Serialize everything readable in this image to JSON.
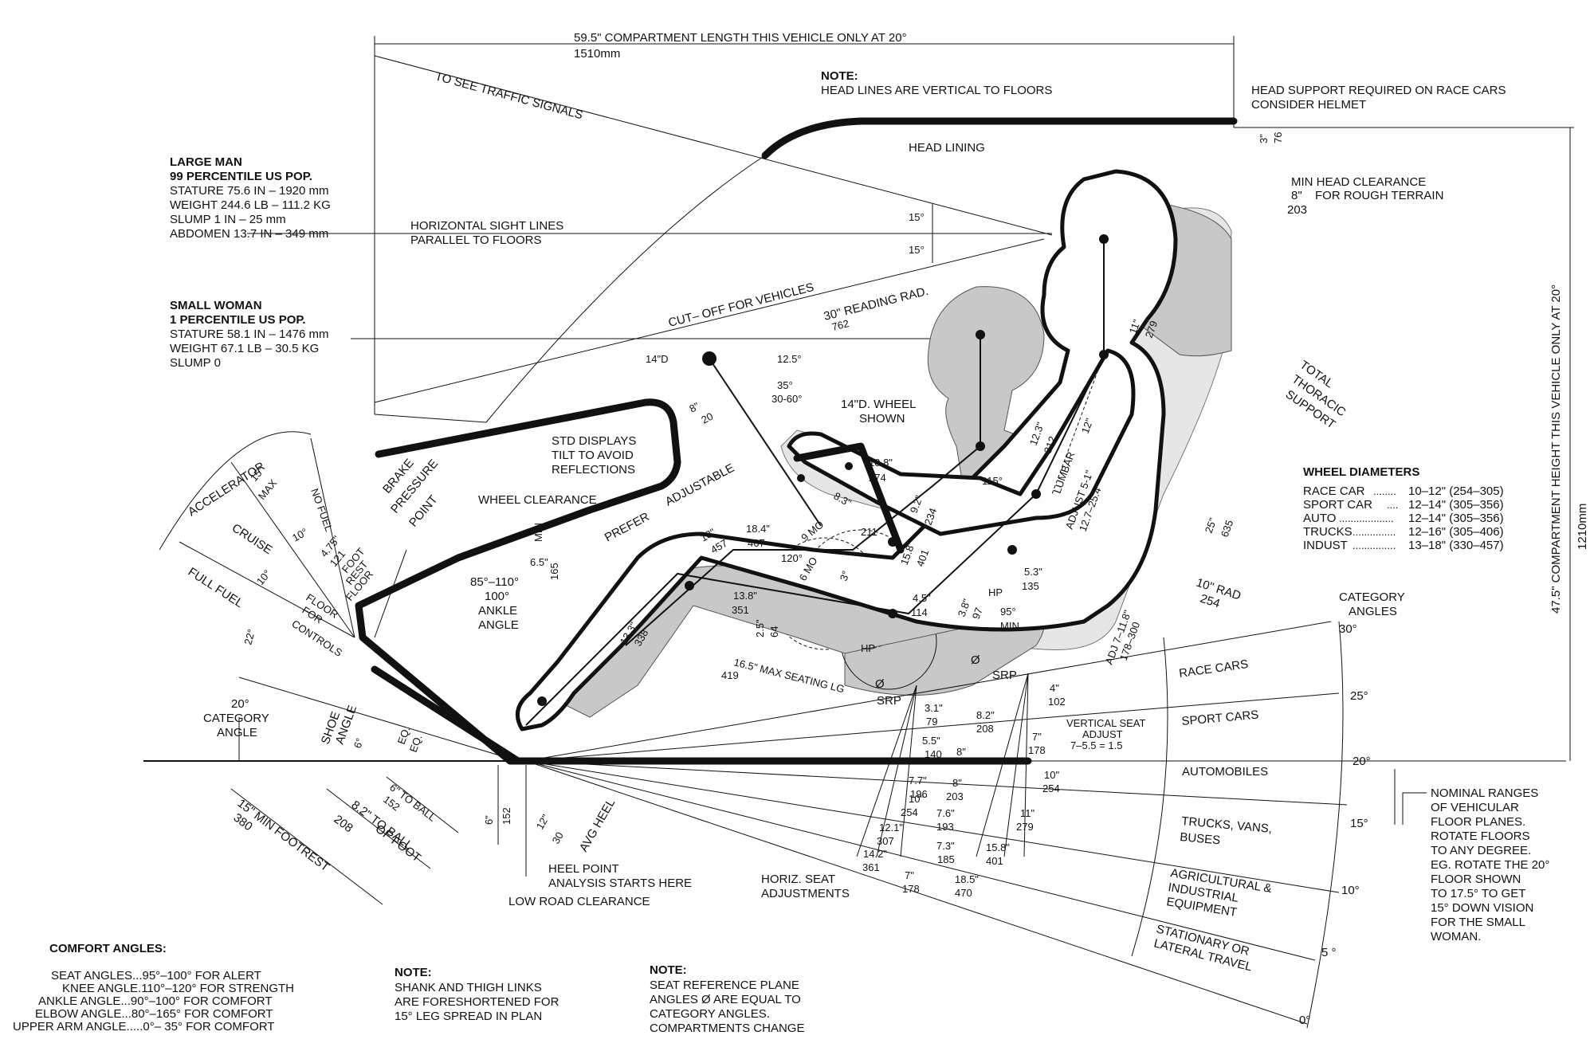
{
  "top": {
    "compartment_length": "59.5\" COMPARTMENT LENGTH THIS VEHICLE ONLY AT 20°",
    "compartment_length_mm": "1510mm",
    "traffic_signals": "TO SEE TRAFFIC SIGNALS",
    "note_title": "NOTE:",
    "note_head_lines": "HEAD LINES ARE VERTICAL TO FLOORS",
    "head_support_1": "HEAD SUPPORT REQUIRED ON RACE CARS",
    "head_support_2": "CONSIDER HELMET",
    "head_lining": "HEAD LINING",
    "head_3in": "3\"",
    "head_76": "76",
    "min_head_1": "MIN HEAD CLEARANCE",
    "min_head_8": "8\"",
    "min_head_2": "FOR ROUGH TERRAIN",
    "min_head_203": "203"
  },
  "large_man": {
    "title1": "LARGE MAN",
    "title2": "99 PERCENTILE US POP.",
    "l1": "STATURE 75.6 IN – 1920 mm",
    "l2": "WEIGHT 244.6 LB – 111.2 KG",
    "l3": "SLUMP 1 IN – 25 mm",
    "l4": "ABDOMEN 13.7 IN – 349 mm"
  },
  "small_woman": {
    "title1": "SMALL  WOMAN",
    "title2": "1 PERCENTILE US POP.",
    "l1": "STATURE 58.1 IN – 1476 mm",
    "l2": "WEIGHT 67.1 LB – 30.5 KG",
    "l3": "SLUMP 0"
  },
  "sight": {
    "horiz1": "HORIZONTAL SIGHT LINES",
    "horiz2": "PARALLEL TO FLOORS",
    "a15a": "15°",
    "a15b": "15°",
    "cutoff": "CUT– OFF FOR VEHICLES",
    "reading": "30\" READING RAD.",
    "reading_mm": "762",
    "a12_5": "12.5°",
    "d14": "14\"D"
  },
  "wheel": {
    "wheel_shown_1": "14\"D. WHEEL",
    "wheel_shown_2": "SHOWN",
    "a35": "35°",
    "a30_60": "30-60°",
    "d8": "8\"",
    "d20": "20",
    "std1": "STD DISPLAYS",
    "std2": "TILT TO AVOID",
    "std3": "REFLECTIONS",
    "adjustable": "ADJUSTABLE",
    "prefer": "PREFER",
    "clearance": "WHEEL CLEARANCE",
    "min": "MIN",
    "d6_5": "6.5\"",
    "d165": "165"
  },
  "body_dims": {
    "d10_8": "10.8\"",
    "d274": "274",
    "d8_3": "8.3\"",
    "d211": "211",
    "d9_2": "9.2\"",
    "d234": "234",
    "a115": "115°",
    "d12_3": "12.3\"",
    "d312": "312",
    "d12b": "12\"",
    "lumbar1": "LUMBAR",
    "lumbar2": "ADJUST 5-1\"",
    "lumbar3": "12.7–25.4",
    "d18": "18\"",
    "d457": "457",
    "d18_4": "18.4\"",
    "d467": "467",
    "a120": "120°",
    "mo9": "9 MO",
    "mo6": "6 MO",
    "a3": "3°",
    "d15_8": "15.8\"",
    "d401": "401",
    "d5_3": "5.3\"",
    "d135": "135",
    "hp1": "HP",
    "hp2": "HP",
    "d4_5": "4.5\"",
    "d114": "114",
    "d3_8": "3.8\"",
    "d97": "97",
    "a95": "95°",
    "min95": "MIN",
    "a85": "85°–110°",
    "a100": "100°",
    "ankle1": "ANKLE",
    "ankle2": "ANGLE",
    "d13_8": "13.8\"",
    "d351": "351",
    "d13_3": "13.3\"",
    "d338": "338",
    "d2_5": "2.5\"",
    "d64": "64",
    "max_seat": "16.5\" MAX SEATING LG",
    "d419": "419",
    "srp1": "SRP",
    "srp2": "SRP",
    "phi1": "Ø",
    "phi2": "Ø"
  },
  "pedals": {
    "accelerator": "ACCELERATOR",
    "a15": "15°",
    "max": "MAX",
    "no_fuel": "NO FUEL",
    "cruise": "CRUISE",
    "a10a": "10°",
    "a10b": "10°",
    "full_fuel": "FULL FUEL",
    "brake1": "BRAKE",
    "brake2": "PRESSURE",
    "brake3": "POINT",
    "d4_75": "4.75\"",
    "d121": "121",
    "foot1": "FOOT",
    "foot2": "REST",
    "foot3": "FLOOR",
    "floor1": "FLOOR",
    "floor2": "FOR",
    "floor3": "CONTROLS",
    "a22": "22°",
    "cat20": "20°",
    "cat1": "CATEGORY",
    "cat2": "ANGLE",
    "shoe1": "SHOE",
    "shoe2": "ANGLE",
    "a6": "6°",
    "eq1": "EQ.",
    "eq2": "EQ."
  },
  "bottom_dims": {
    "footrest": "15\" MIN FOOTREST",
    "d380": "380",
    "to_ball": "8.2\" TO BALL",
    "d208": "208",
    "of_foot": "OF FOOT",
    "to_ball6": "6\" TO BALL",
    "d152a": "152",
    "d6": "6\"",
    "d152b": "152",
    "d12": "12\"",
    "d30": "30",
    "avg_heel": "AVG HEEL",
    "heel1": "HEEL POINT",
    "heel2": "ANALYSIS STARTS HERE",
    "low_road": "LOW ROAD CLEARANCE",
    "horiz_seat1": "HORIZ. SEAT",
    "horiz_seat2": "ADJUSTMENTS"
  },
  "seat_adj": [
    {
      "a": "3.1\"",
      "b": "79"
    },
    {
      "a": "5.5\"",
      "b": "140"
    },
    {
      "a": "7.7\"",
      "b": "196"
    },
    {
      "a": "10\"",
      "b": "254"
    },
    {
      "a": "12.1\"",
      "b": "307"
    },
    {
      "a": "14.2\"",
      "b": "361"
    },
    {
      "a": "7\"",
      "b": "178"
    },
    {
      "a": "7.3\"",
      "b": "185"
    },
    {
      "a": "7.6\"",
      "b": "193"
    },
    {
      "a": "8\"",
      "b": "203"
    },
    {
      "a": "8\"",
      "b": ""
    },
    {
      "a": "8.2\"",
      "b": "208"
    },
    {
      "a": "7\"",
      "b": "178"
    },
    {
      "a": "4\"",
      "b": "102"
    },
    {
      "a": "10\"",
      "b": "254"
    },
    {
      "a": "11\"",
      "b": "279"
    },
    {
      "a": "15.8\"",
      "b": "401"
    },
    {
      "a": "18.5\"",
      "b": "470"
    }
  ],
  "vertical_seat": {
    "l1": "VERTICAL SEAT",
    "l2": "ADJUST",
    "l3": "7–5.5 = 1.5"
  },
  "right": {
    "thoracic1": "TOTAL",
    "thoracic2": "THORACIC",
    "thoracic3": "SUPPORT",
    "d11": "11\"",
    "d279": "279",
    "d25": "25\"",
    "d635": "635",
    "rad10": "10\" RAD",
    "rad254": "254",
    "adj1": "ADJ 7–11.8\"",
    "adj2": "178–300",
    "height": "47.5\" COMPARTMENT HEIGHT THIS VEHICLE ONLY AT 20°",
    "height_mm": "1210mm"
  },
  "wheel_diameters": {
    "title": "WHEEL DIAMETERS",
    "rows": [
      {
        "name": "RACE CAR",
        "dots": "........",
        "val": "10–12\" (254–305)"
      },
      {
        "name": "SPORT CAR",
        "dots": "....",
        "val": "12–14\" (305–356)"
      },
      {
        "name": "AUTO",
        "dots": "...................",
        "val": "12–14\" (305–356)"
      },
      {
        "name": "TRUCKS",
        "dots": "...............",
        "val": "12–16\" (305–406)"
      },
      {
        "name": "INDUST",
        "dots": "...............",
        "val": "13–18\" (330–457)"
      }
    ]
  },
  "category_angles": {
    "title1": "CATEGORY",
    "title2": "ANGLES",
    "ticks": [
      "30°",
      "25°",
      "20°",
      "15°",
      "10°",
      "5 °",
      "0°"
    ],
    "bands": [
      "RACE CARS",
      "SPORT CARS",
      "AUTOMOBILES",
      "TRUCKS, VANS,",
      "BUSES",
      "AGRICULTURAL &",
      "INDUSTRIAL",
      "EQUIPMENT",
      "STATIONARY OR",
      "LATERAL TRAVEL"
    ]
  },
  "nominal": {
    "l1": "NOMINAL RANGES",
    "l2": "OF VEHICULAR",
    "l3": "FLOOR PLANES.",
    "l4": "ROTATE FLOORS",
    "l5": "TO ANY DEGREE.",
    "l6": "EG. ROTATE THE 20°",
    "l7": "FLOOR SHOWN",
    "l8": "TO 17.5° TO GET",
    "l9": "15° DOWN VISION",
    "l10": "FOR THE SMALL",
    "l11": "WOMAN."
  },
  "comfort": {
    "title": "COMFORT ANGLES:",
    "l1": "SEAT ANGLES...95°–100° FOR ALERT",
    "l2": "KNEE ANGLE.110°–120° FOR STRENGTH",
    "l3": "ANKLE ANGLE...90°–100° FOR COMFORT",
    "l4": "ELBOW ANGLE...80°–165° FOR COMFORT",
    "l5": "UPPER ARM ANGLE.....0°–  35° FOR COMFORT"
  },
  "note_shank": {
    "title": "NOTE:",
    "l1": "SHANK AND THIGH LINKS",
    "l2": "ARE FORESHORTENED FOR",
    "l3": "15° LEG SPREAD IN PLAN"
  },
  "note_seat": {
    "title": "NOTE:",
    "l1": "SEAT REFERENCE PLANE",
    "l2": "ANGLES Ø ARE EQUAL TO",
    "l3": "CATEGORY ANGLES.",
    "l4": "COMPARTMENTS CHANGE"
  }
}
